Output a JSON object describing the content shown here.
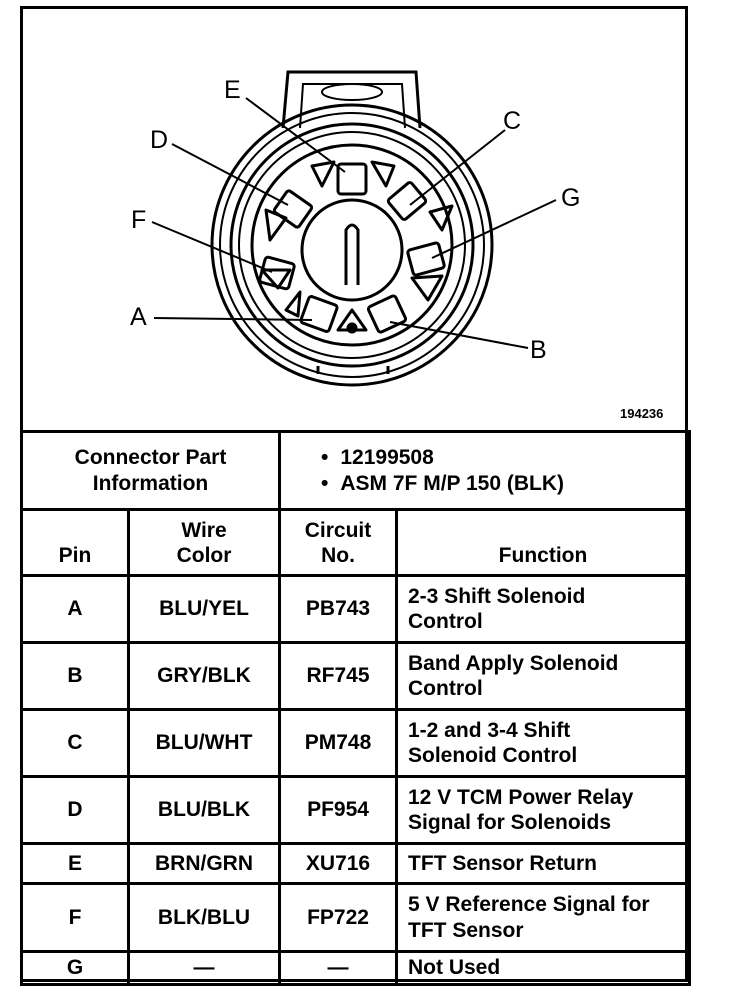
{
  "figure_id": "194236",
  "pin_letters": [
    "E",
    "C",
    "D",
    "G",
    "F",
    "A",
    "B"
  ],
  "connector_info": {
    "label_line1": "Connector Part",
    "label_line2": "Information",
    "part_numbers": [
      "12199508",
      "ASM 7F M/P 150 (BLK)"
    ]
  },
  "headers": {
    "pin": "Pin",
    "wire_color_1": "Wire",
    "wire_color_2": "Color",
    "circuit_1": "Circuit",
    "circuit_2": "No.",
    "function": "Function"
  },
  "rows": [
    {
      "pin": "A",
      "wire": "BLU/YEL",
      "circuit": "PB743",
      "function_1": "2-3 Shift Solenoid",
      "function_2": "Control"
    },
    {
      "pin": "B",
      "wire": "GRY/BLK",
      "circuit": "RF745",
      "function_1": "Band Apply Solenoid",
      "function_2": "Control"
    },
    {
      "pin": "C",
      "wire": "BLU/WHT",
      "circuit": "PM748",
      "function_1": "1-2 and 3-4 Shift",
      "function_2": "Solenoid Control"
    },
    {
      "pin": "D",
      "wire": "BLU/BLK",
      "circuit": "PF954",
      "function_1": "12 V TCM Power Relay",
      "function_2": "Signal for Solenoids"
    },
    {
      "pin": "E",
      "wire": "BRN/GRN",
      "circuit": "XU716",
      "function_1": "TFT Sensor Return",
      "function_2": ""
    },
    {
      "pin": "F",
      "wire": "BLK/BLU",
      "circuit": "FP722",
      "function_1": "5 V Reference Signal for",
      "function_2": "TFT Sensor"
    },
    {
      "pin": "G",
      "wire": "—",
      "circuit": "—",
      "function_1": "Not Used",
      "function_2": ""
    }
  ]
}
